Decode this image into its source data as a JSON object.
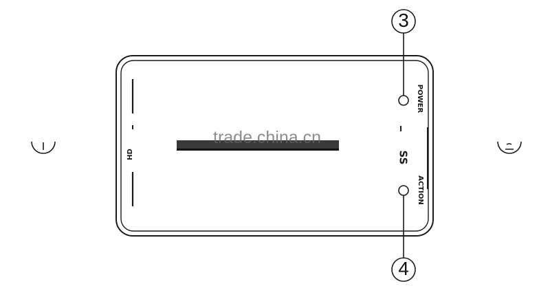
{
  "diagram": {
    "labels": {
      "hdmi": "HD",
      "power": "POWER",
      "action": "ACTION",
      "logo": "SS"
    },
    "callouts": {
      "power_number": "3",
      "action_number": "4"
    },
    "watermark": "trade.china.cn",
    "colors": {
      "line": "#1a1a1a",
      "background": "#ffffff",
      "watermark": "#666666"
    }
  }
}
